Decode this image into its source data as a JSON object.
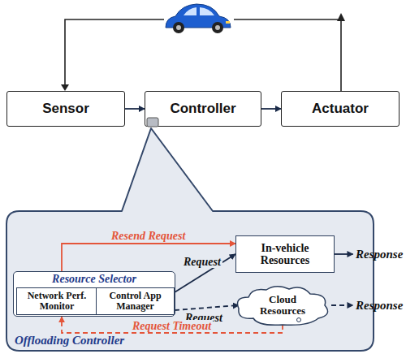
{
  "diagram": {
    "nodes": [
      {
        "text": [
          "Sensor"
        ]
      },
      {
        "text": [
          "Controller"
        ]
      },
      {
        "text": [
          "Actuator"
        ]
      },
      {
        "text": [
          "Offloading Controller"
        ]
      },
      {
        "text": [
          "Resource Selector"
        ],
        "in": 3
      },
      {
        "text": [
          "Network Perf. Monitor"
        ],
        "in": 4
      },
      {
        "text": [
          "Control App Manager"
        ],
        "in": 4
      },
      {
        "text": [
          "In-vehicle Resources"
        ],
        "in": 3
      },
      {
        "text": [
          "Cloud Resources"
        ],
        "in": 3
      }
    ],
    "edges": [
      {
        "from": 0,
        "to": 1,
        "arrow": "to"
      },
      {
        "from": 1,
        "to": 2,
        "arrow": "to"
      },
      {
        "from": 6,
        "to": 7,
        "label": "Request",
        "arrow": "to"
      },
      {
        "from": 6,
        "to": 8,
        "label": "Request",
        "arrow": "to"
      },
      {
        "from": 4,
        "to": 7,
        "label": "Resend Request",
        "arrow": "to"
      },
      {
        "from": 8,
        "to": 4,
        "label": "Request Timeout",
        "arrow": "to"
      }
    ],
    "labels": [
      "Response",
      "Response"
    ]
  }
}
